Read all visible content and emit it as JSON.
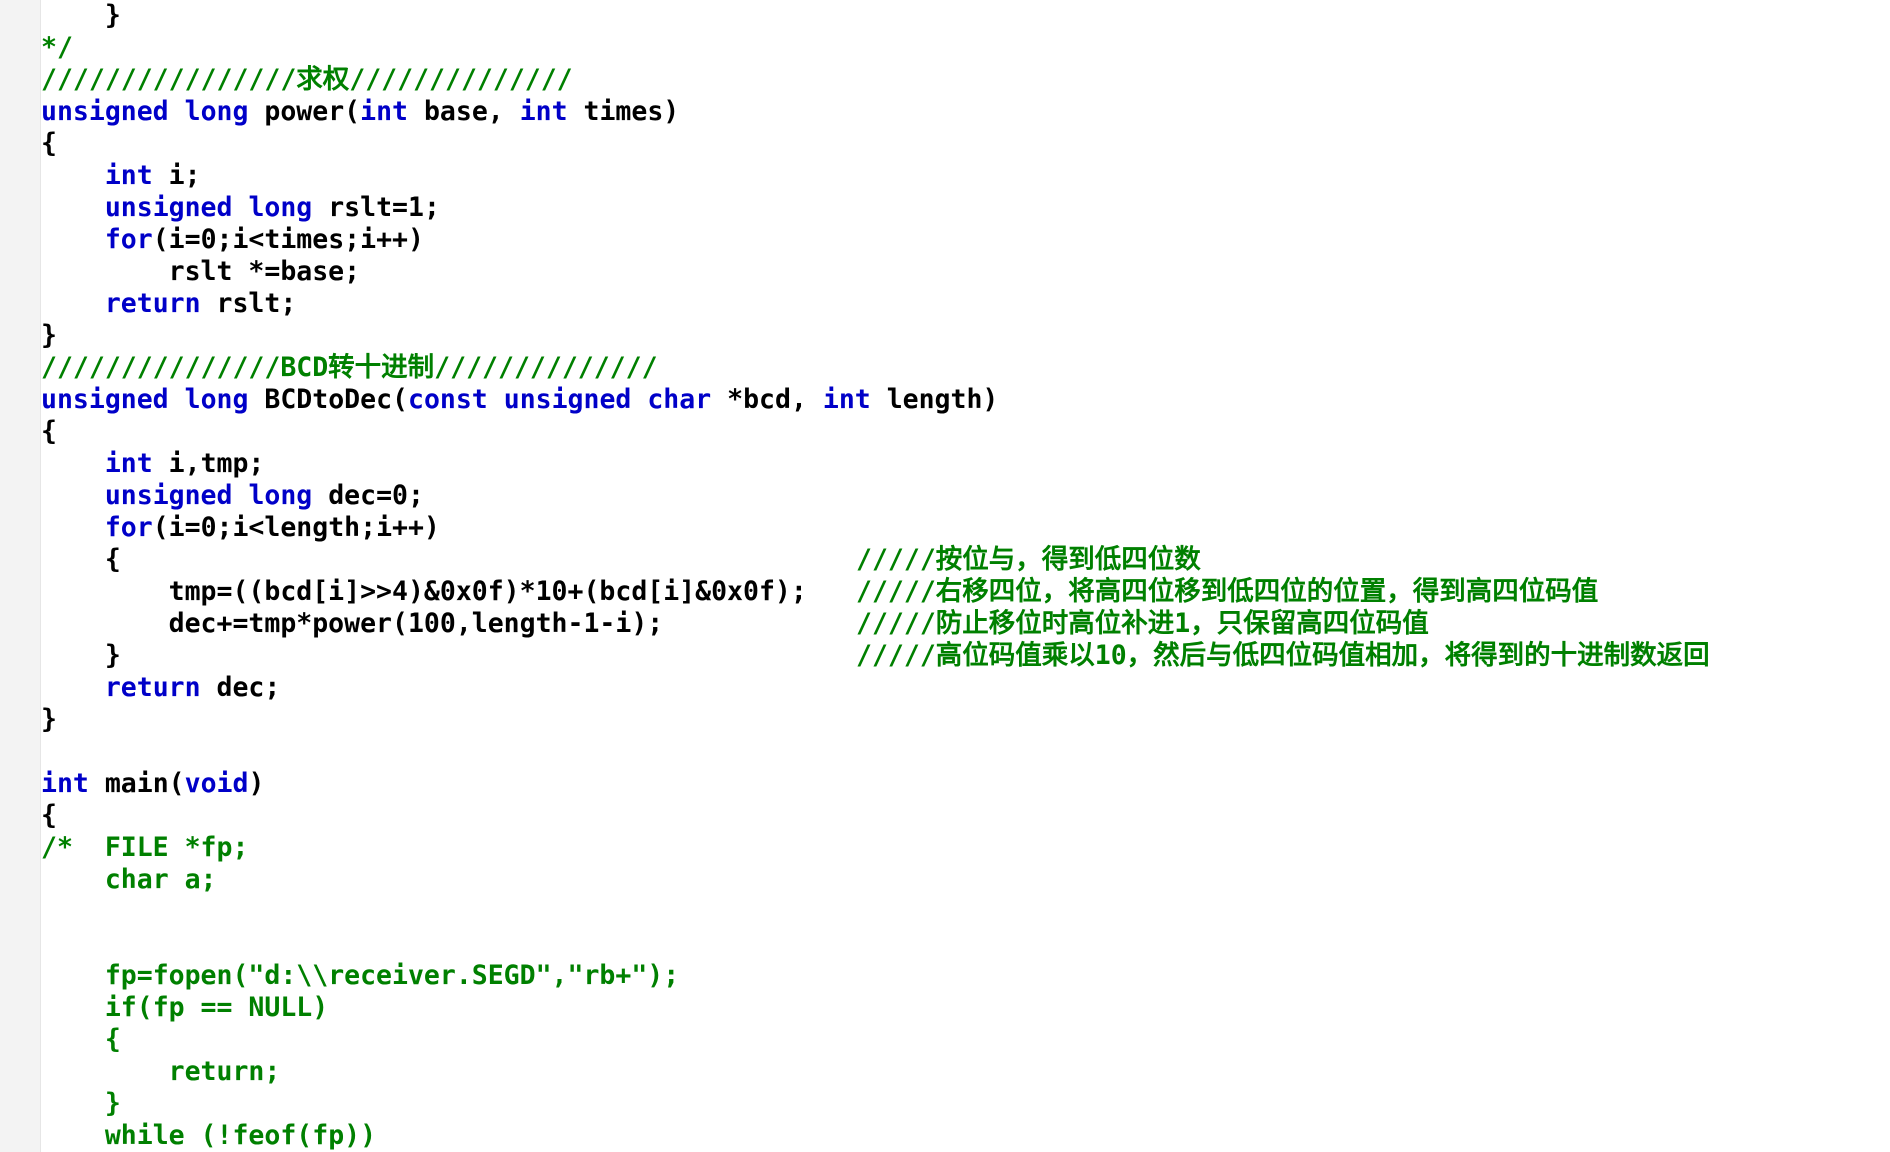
{
  "lines": [
    {
      "indent": "    ",
      "parts": [
        {
          "t": "}",
          "c": "p"
        }
      ]
    },
    {
      "indent": "",
      "parts": [
        {
          "t": "*/",
          "c": "cm"
        }
      ]
    },
    {
      "indent": "",
      "parts": [
        {
          "t": "////////////////求权//////////////",
          "c": "cm"
        }
      ]
    },
    {
      "indent": "",
      "parts": [
        {
          "t": "unsigned",
          "c": "kw"
        },
        {
          "t": " ",
          "c": "p"
        },
        {
          "t": "long",
          "c": "kw"
        },
        {
          "t": " power(",
          "c": "p"
        },
        {
          "t": "int",
          "c": "kw"
        },
        {
          "t": " base, ",
          "c": "p"
        },
        {
          "t": "int",
          "c": "kw"
        },
        {
          "t": " times)",
          "c": "p"
        }
      ]
    },
    {
      "indent": "",
      "parts": [
        {
          "t": "{",
          "c": "p"
        }
      ]
    },
    {
      "indent": "    ",
      "parts": [
        {
          "t": "int",
          "c": "kw"
        },
        {
          "t": " i;",
          "c": "p"
        }
      ]
    },
    {
      "indent": "    ",
      "parts": [
        {
          "t": "unsigned",
          "c": "kw"
        },
        {
          "t": " ",
          "c": "p"
        },
        {
          "t": "long",
          "c": "kw"
        },
        {
          "t": " rslt=1;",
          "c": "p"
        }
      ]
    },
    {
      "indent": "    ",
      "parts": [
        {
          "t": "for",
          "c": "kw"
        },
        {
          "t": "(i=0;i<times;i++)",
          "c": "p"
        }
      ]
    },
    {
      "indent": "        ",
      "parts": [
        {
          "t": "rslt *=base;",
          "c": "p"
        }
      ]
    },
    {
      "indent": "    ",
      "parts": [
        {
          "t": "return",
          "c": "kw"
        },
        {
          "t": " rslt;",
          "c": "p"
        }
      ]
    },
    {
      "indent": "",
      "parts": [
        {
          "t": "}",
          "c": "p"
        }
      ]
    },
    {
      "indent": "",
      "parts": [
        {
          "t": "///////////////BCD转十进制//////////////",
          "c": "cm"
        }
      ]
    },
    {
      "indent": "",
      "parts": [
        {
          "t": "unsigned",
          "c": "kw"
        },
        {
          "t": " ",
          "c": "p"
        },
        {
          "t": "long",
          "c": "kw"
        },
        {
          "t": " BCDtoDec(",
          "c": "p"
        },
        {
          "t": "const",
          "c": "kw"
        },
        {
          "t": " ",
          "c": "p"
        },
        {
          "t": "unsigned",
          "c": "kw"
        },
        {
          "t": " ",
          "c": "p"
        },
        {
          "t": "char",
          "c": "kw"
        },
        {
          "t": " *bcd, ",
          "c": "p"
        },
        {
          "t": "int",
          "c": "kw"
        },
        {
          "t": " length)",
          "c": "p"
        }
      ]
    },
    {
      "indent": "",
      "parts": [
        {
          "t": "{",
          "c": "p"
        }
      ]
    },
    {
      "indent": "    ",
      "parts": [
        {
          "t": "int",
          "c": "kw"
        },
        {
          "t": " i,tmp;",
          "c": "p"
        }
      ]
    },
    {
      "indent": "    ",
      "parts": [
        {
          "t": "unsigned",
          "c": "kw"
        },
        {
          "t": " ",
          "c": "p"
        },
        {
          "t": "long",
          "c": "kw"
        },
        {
          "t": " dec=0;",
          "c": "p"
        }
      ]
    },
    {
      "indent": "    ",
      "parts": [
        {
          "t": "for",
          "c": "kw"
        },
        {
          "t": "(i=0;i<length;i++)",
          "c": "p"
        }
      ]
    },
    {
      "indent": "    ",
      "parts": [
        {
          "t": "{",
          "c": "p"
        }
      ],
      "side": "/////按位与，得到低四位数"
    },
    {
      "indent": "        ",
      "parts": [
        {
          "t": "tmp=((bcd[i]>>4)&0x0f)*10+(bcd[i]&0x0f);",
          "c": "p"
        }
      ],
      "side": "/////右移四位，将高四位移到低四位的位置，得到高四位码值"
    },
    {
      "indent": "        ",
      "parts": [
        {
          "t": "dec+=tmp*power(100,length-1-i);",
          "c": "p"
        }
      ],
      "side": "/////防止移位时高位补进1，只保留高四位码值"
    },
    {
      "indent": "    ",
      "parts": [
        {
          "t": "}",
          "c": "p"
        }
      ],
      "side": "/////高位码值乘以10，然后与低四位码值相加，将得到的十进制数返回"
    },
    {
      "indent": "    ",
      "parts": [
        {
          "t": "return",
          "c": "kw"
        },
        {
          "t": " dec;",
          "c": "p"
        }
      ]
    },
    {
      "indent": "",
      "parts": [
        {
          "t": "}",
          "c": "p"
        }
      ]
    },
    {
      "indent": "",
      "parts": []
    },
    {
      "indent": "",
      "parts": [
        {
          "t": "int",
          "c": "kw"
        },
        {
          "t": " main(",
          "c": "p"
        },
        {
          "t": "void",
          "c": "kw"
        },
        {
          "t": ")",
          "c": "p"
        }
      ]
    },
    {
      "indent": "",
      "parts": [
        {
          "t": "{",
          "c": "p"
        }
      ]
    },
    {
      "indent": "",
      "parts": [
        {
          "t": "/*  FILE *fp;",
          "c": "cm"
        }
      ]
    },
    {
      "indent": "    ",
      "parts": [
        {
          "t": "char a;",
          "c": "cm"
        }
      ]
    },
    {
      "indent": "",
      "parts": []
    },
    {
      "indent": "",
      "parts": []
    },
    {
      "indent": "    ",
      "parts": [
        {
          "t": "fp=fopen(\"d:\\\\receiver.SEGD\",\"rb+\");",
          "c": "cm"
        }
      ]
    },
    {
      "indent": "    ",
      "parts": [
        {
          "t": "if(fp == NULL)",
          "c": "cm"
        }
      ]
    },
    {
      "indent": "    ",
      "parts": [
        {
          "t": "{",
          "c": "cm"
        }
      ]
    },
    {
      "indent": "        ",
      "parts": [
        {
          "t": "return;",
          "c": "cm"
        }
      ]
    },
    {
      "indent": "    ",
      "parts": [
        {
          "t": "}",
          "c": "cm"
        }
      ]
    },
    {
      "indent": "    ",
      "parts": [
        {
          "t": "while (!feof(fp))",
          "c": "cm"
        }
      ]
    }
  ],
  "colors": {
    "keyword": "#0000c8",
    "comment": "#008000",
    "plain": "#000000",
    "gutter": "#f3f3f3"
  }
}
